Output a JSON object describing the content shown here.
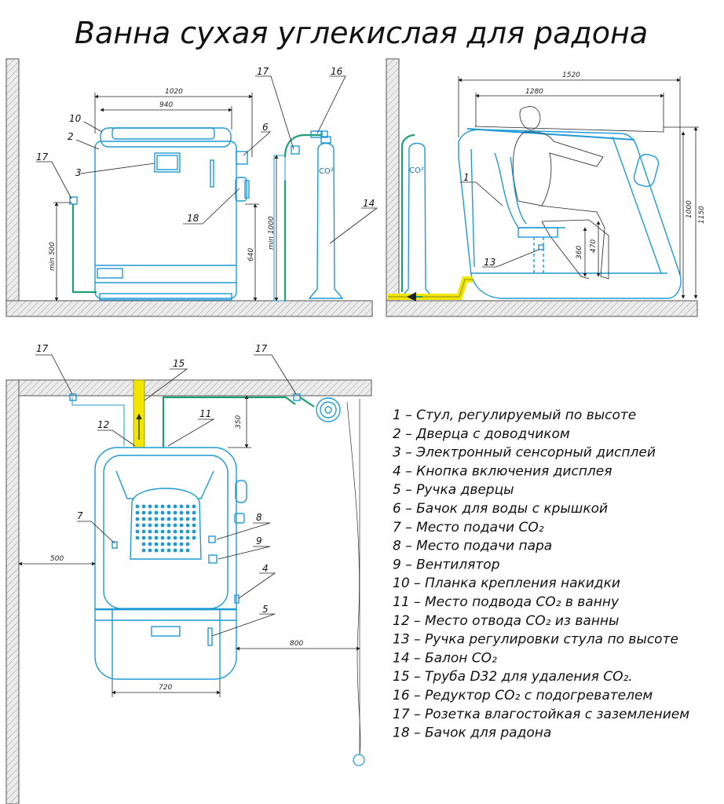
{
  "title": "Ванна сухая углекислая для радона",
  "colors": {
    "equipment": "#1f9ad6",
    "pipe": "#1f9e74",
    "yellow_pipe": "#f2e600",
    "lines": "#222222"
  },
  "front_view": {
    "dims": {
      "width_outer": "1020",
      "width_inner": "940",
      "min_500": "min 500",
      "h_640": "640",
      "min_1000": "min 1000"
    },
    "labels": {
      "c10": "10",
      "c2": "2",
      "c3": "3",
      "c17": "17",
      "c6": "6",
      "c18": "18",
      "c17b": "17",
      "c16": "16",
      "c14": "14"
    },
    "co2": "CO²"
  },
  "side_view": {
    "dims": {
      "w1520": "1520",
      "w1280": "1280",
      "h1000": "1000",
      "h1150": "1150",
      "h360": "360",
      "h470": "470"
    },
    "labels": {
      "c1": "1",
      "c13": "13"
    },
    "co2": "CO²"
  },
  "plan_view": {
    "dims": {
      "d500": "500",
      "d350": "350",
      "d800": "800",
      "d720": "720"
    },
    "labels": {
      "c17a": "17",
      "c15": "15",
      "c17b": "17",
      "c12": "12",
      "c11": "11",
      "c7": "7",
      "c8": "8",
      "c9": "9",
      "c4": "4",
      "c5": "5"
    }
  },
  "legend": [
    {
      "num": "1",
      "text": "Стул, регулируемый по высоте"
    },
    {
      "num": "2",
      "text": "Дверца с доводчиком"
    },
    {
      "num": "3",
      "text": "Электронный сенсорный дисплей"
    },
    {
      "num": "4",
      "text": "Кнопка включения дисплея"
    },
    {
      "num": "5",
      "text": "Ручка дверцы"
    },
    {
      "num": "6",
      "text": "Бачок для воды с крышкой"
    },
    {
      "num": "7",
      "text": "Место подачи CO₂"
    },
    {
      "num": "8",
      "text": "Место подачи пара"
    },
    {
      "num": "9",
      "text": "Вентилятор"
    },
    {
      "num": "10",
      "text": "Планка крепления накидки"
    },
    {
      "num": "11",
      "text": "Место подвода CO₂ в ванну"
    },
    {
      "num": "12",
      "text": "Место отвода CO₂ из ванны"
    },
    {
      "num": "13",
      "text": "Ручка регулировки стула по высоте"
    },
    {
      "num": "14",
      "text": "Балон CO₂"
    },
    {
      "num": "15",
      "text": "Труба D32 для удаления CO₂."
    },
    {
      "num": "16",
      "text": "Редуктор CO₂ с подогревателем"
    },
    {
      "num": "17",
      "text": "Розетка влагостойкая с заземлением"
    },
    {
      "num": "18",
      "text": "Бачок для радона"
    }
  ]
}
